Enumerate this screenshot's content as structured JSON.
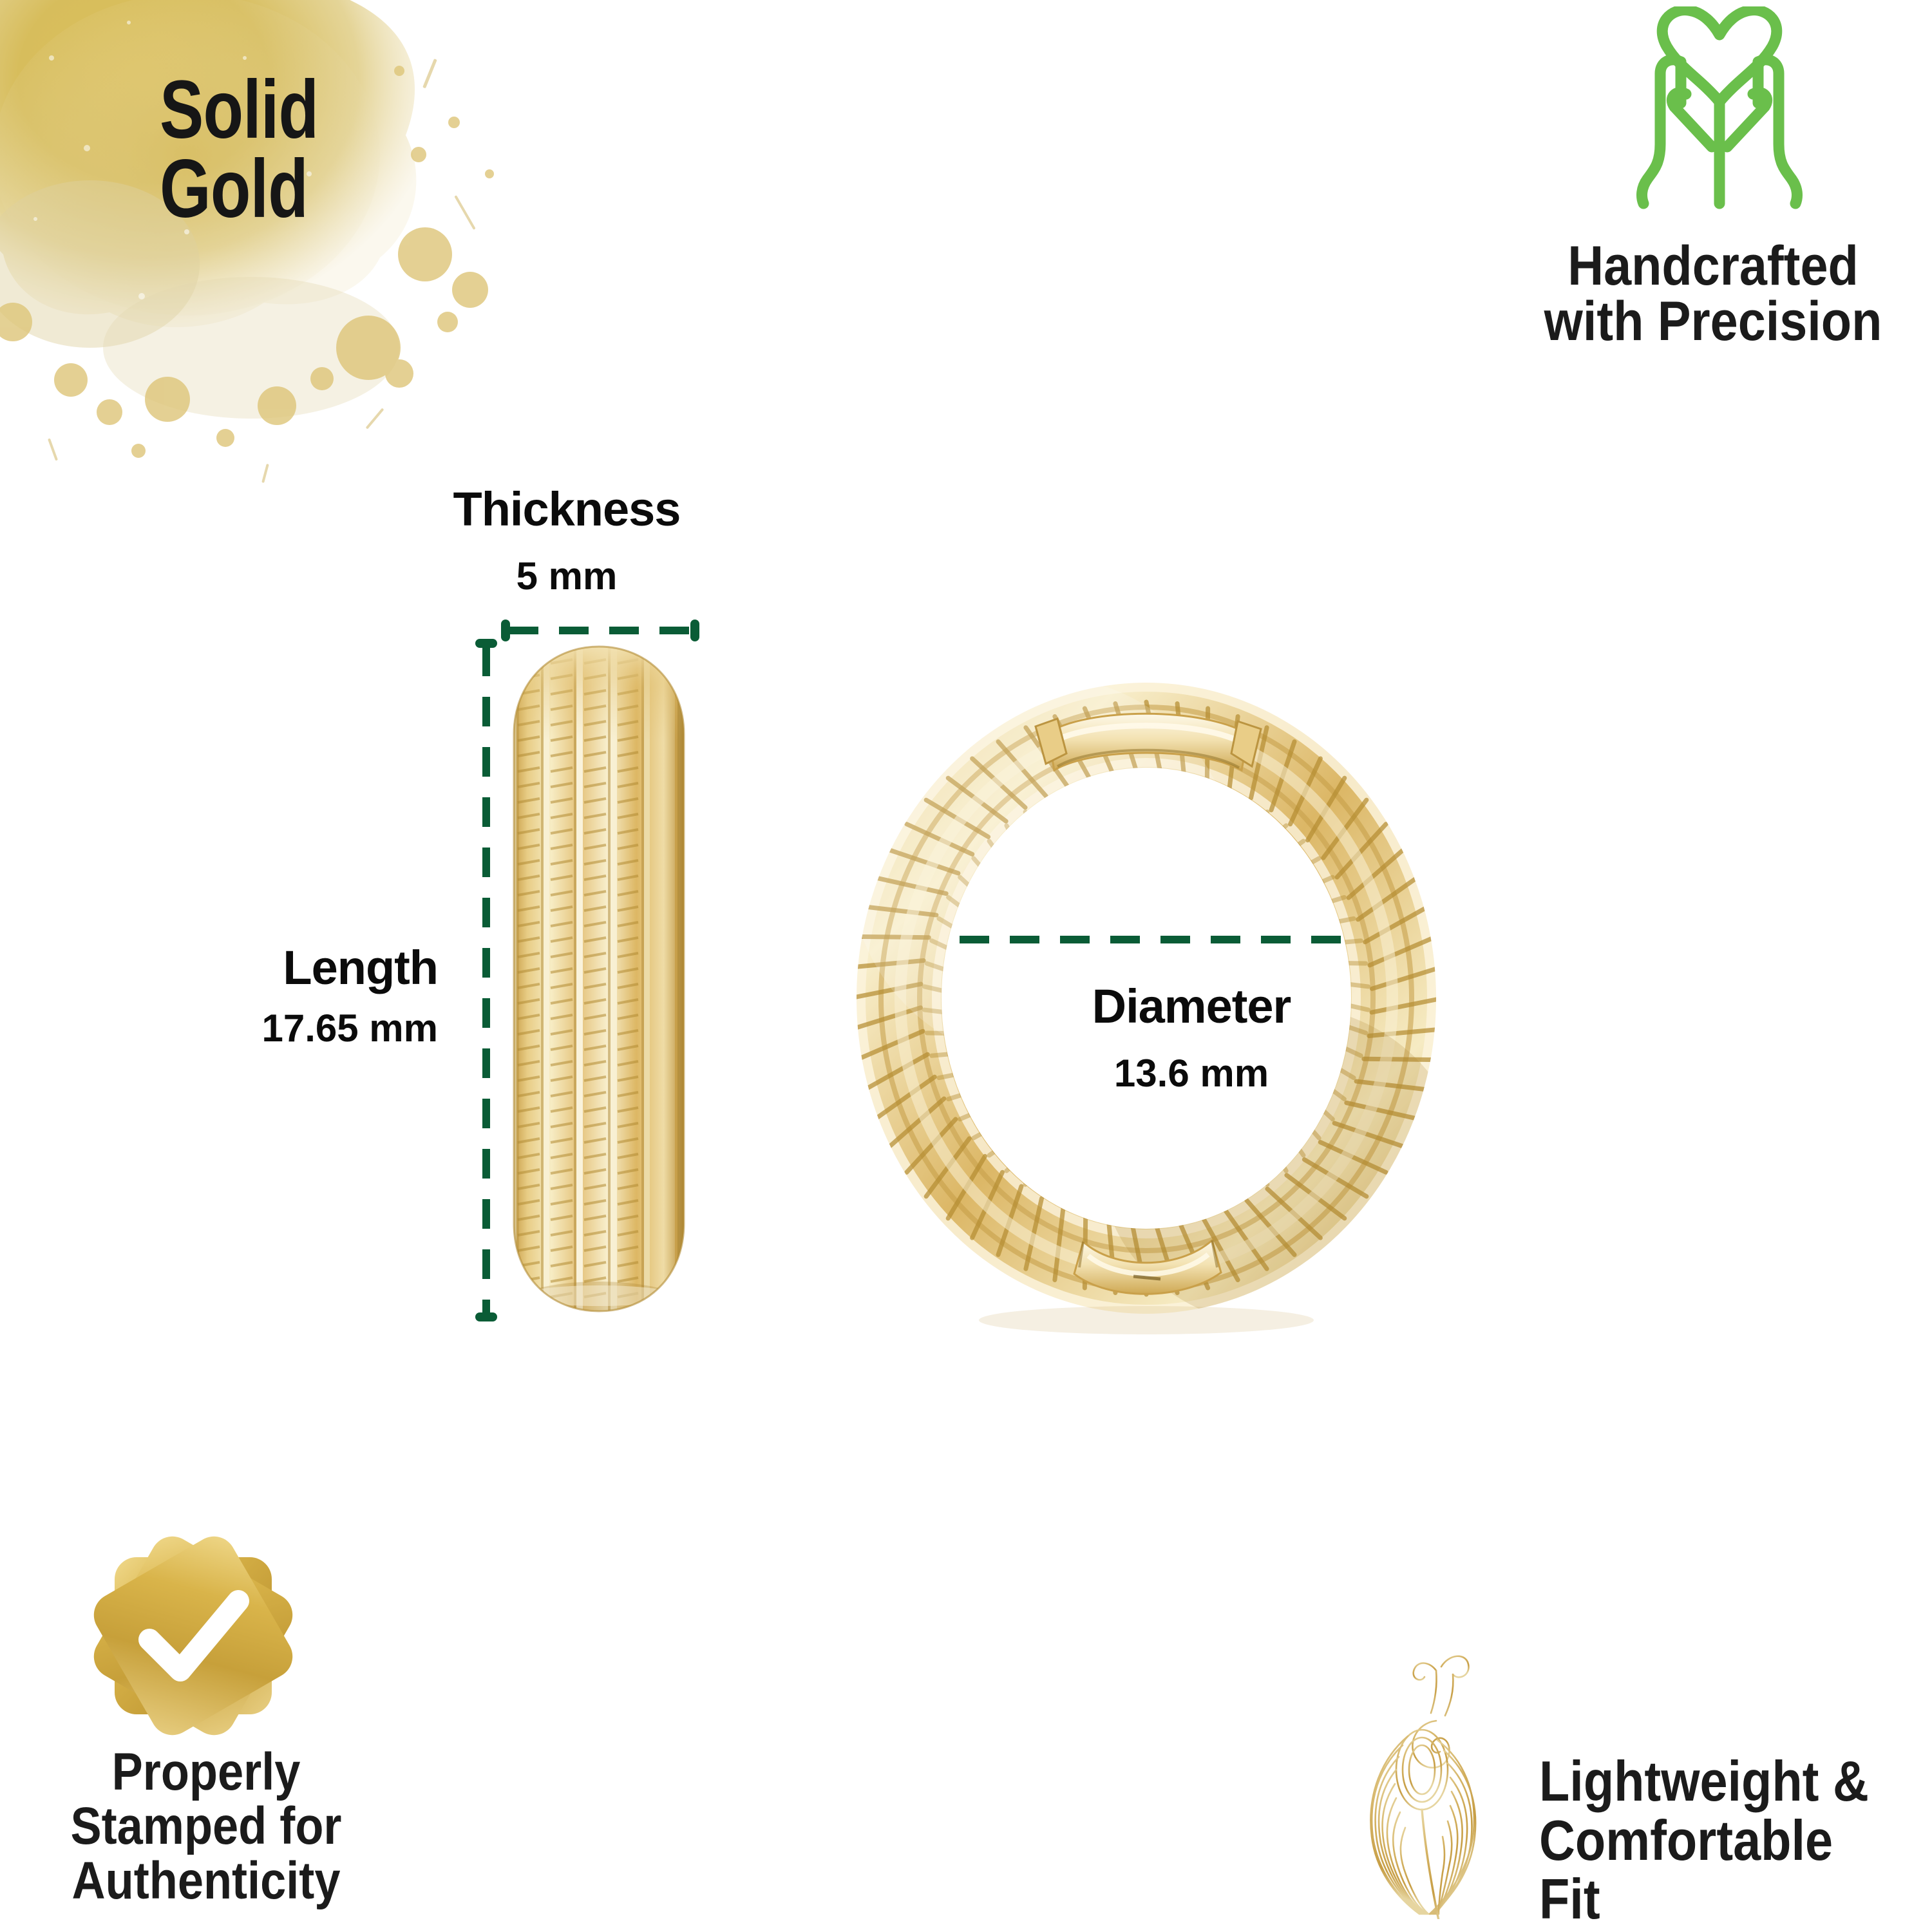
{
  "colors": {
    "dimension_green": "#0a5c36",
    "accent_green": "#6abf4b",
    "gold_light": "#f4e2a1",
    "gold_mid": "#d9b44a",
    "gold_deep": "#b8912f",
    "text_black": "#1b1b1b",
    "background": "#ffffff"
  },
  "badges": {
    "solid_gold": {
      "title": "Solid\nGold",
      "icon": "gold-paint-splash"
    },
    "handcrafted": {
      "title": "Handcrafted\nwith Precision",
      "icon": "hands-holding-heart-icon"
    },
    "authenticity": {
      "title": "Properly\nStamped for\nAuthenticity",
      "icon": "gold-starburst-check-badge"
    },
    "lightweight": {
      "title": "Lightweight &\nComfortable Fit",
      "icon": "gold-peacock-feather-icon"
    }
  },
  "measurements": {
    "thickness": {
      "label": "Thickness",
      "value": "5 mm"
    },
    "length": {
      "label": "Length",
      "value": "17.65 mm"
    },
    "diameter": {
      "label": "Diameter",
      "value": "13.6 mm"
    }
  },
  "product": {
    "side_view_name": "gold-ribbed-earring-side-profile",
    "hoop_view_name": "gold-textured-huggie-hoop-front"
  }
}
